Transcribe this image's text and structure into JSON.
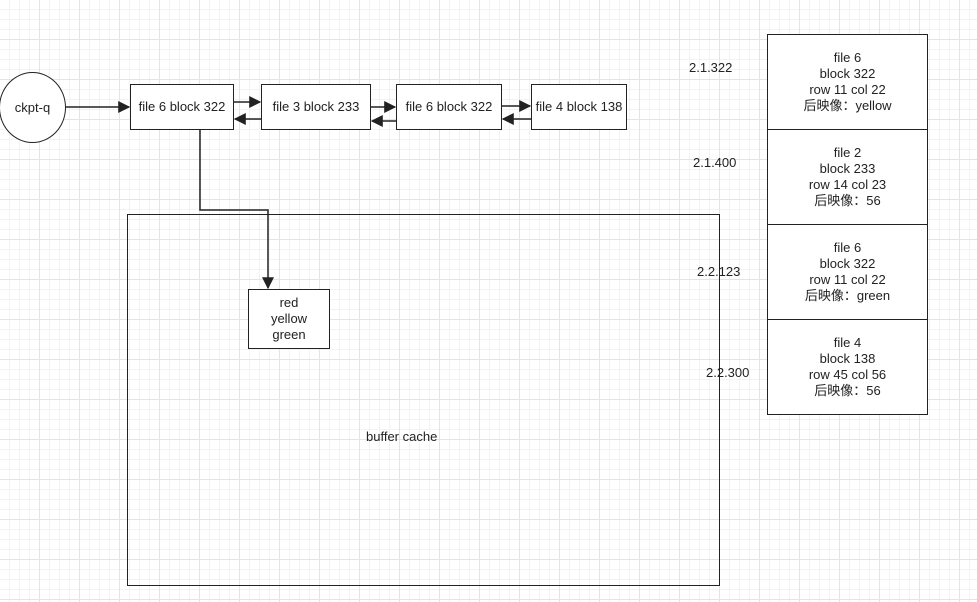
{
  "queue": {
    "head_label": "ckpt-q",
    "nodes": [
      "file 6 block 322",
      "file 3 block 233",
      "file 6 block 322",
      "file 4 block 138"
    ]
  },
  "buffer_cache": {
    "label": "buffer cache",
    "buffer_lines": [
      "red",
      "yellow",
      "green"
    ]
  },
  "redo_log": {
    "entries": [
      {
        "scn": "2.1.322",
        "lines": [
          "file 6",
          "block 322",
          "row 11 col 22",
          "后映像：yellow"
        ]
      },
      {
        "scn": "2.1.400",
        "lines": [
          "file 2",
          "block 233",
          "row 14 col 23",
          "后映像：56"
        ]
      },
      {
        "scn": "2.2.123",
        "lines": [
          "file 6",
          "block 322",
          "row 11 col 22",
          "后映像：green"
        ]
      },
      {
        "scn": "2.2.300",
        "lines": [
          "file 4",
          "block 138",
          "row 45 col 56",
          "后映像：56"
        ]
      }
    ]
  },
  "colors": {
    "stroke": "#222222",
    "grid_major": "#e4e4e4",
    "grid_minor": "#f3f3f3"
  }
}
